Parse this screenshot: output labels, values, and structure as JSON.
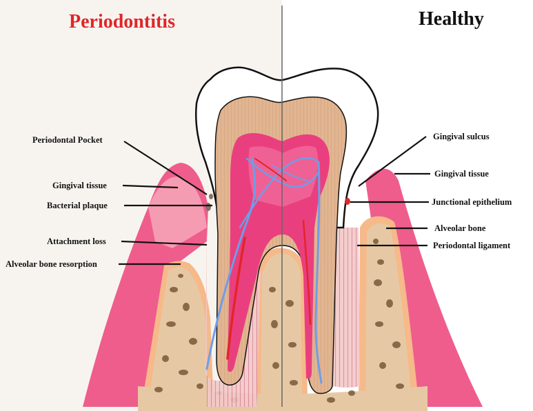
{
  "titles": {
    "left": "Periodontitis",
    "right": "Healthy"
  },
  "colors": {
    "left_title": "#e0262a",
    "right_title": "#111111",
    "gum": "#ef5d8d",
    "gum_light": "#f7a7b8",
    "bone": "#e6c9a4",
    "bone_pores": "#6b4a2a",
    "bone_border": "#f6b98a",
    "dentin": "#e2b591",
    "pulp": "#ea3f7e",
    "nerve": "#6f9de8",
    "vessel": "#e0262a",
    "enamel": "#ffffff",
    "left_bg": "#f7f4ef"
  },
  "labels_left": {
    "periodontal_pocket": "Periodontal Pocket",
    "gingival_tissue": "Gingival tissue",
    "bacterial_plaque": "Bacterial plaque",
    "attachment_loss": "Attachment loss",
    "alveolar_bone_resorption": "Alveolar bone resorption"
  },
  "labels_right": {
    "gingival_sulcus": "Gingival sulcus",
    "gingival_tissue": "Gingival tissue",
    "junctional_epithelium": "Junctional epithelium",
    "alveolar_bone": "Alveolar bone",
    "periodontal_ligament": "Periodontal ligament"
  }
}
